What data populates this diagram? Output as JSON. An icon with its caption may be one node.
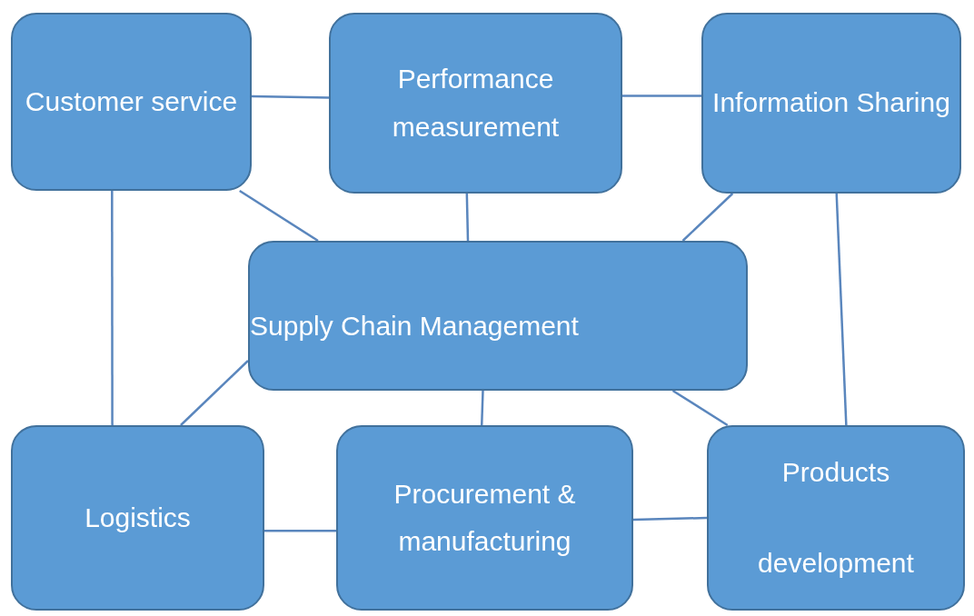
{
  "diagram": {
    "nodes": [
      {
        "text": [
          "Customer service"
        ]
      },
      {
        "text": [
          "Performance measurement"
        ]
      },
      {
        "text": [
          "Information Sharing"
        ]
      },
      {
        "text": [
          "Supply Chain Management"
        ]
      },
      {
        "text": [
          "Logistics"
        ]
      },
      {
        "text": [
          "Procurement & manufacturing"
        ]
      },
      {
        "text": [
          "Products development"
        ]
      }
    ],
    "edges": [
      {
        "from": 0,
        "to": 1,
        "arrow": "none"
      },
      {
        "from": 1,
        "to": 2,
        "arrow": "none"
      },
      {
        "from": 0,
        "to": 3,
        "arrow": "none"
      },
      {
        "from": 1,
        "to": 3,
        "arrow": "none"
      },
      {
        "from": 2,
        "to": 3,
        "arrow": "none"
      },
      {
        "from": 0,
        "to": 4,
        "arrow": "none"
      },
      {
        "from": 2,
        "to": 6,
        "arrow": "none"
      },
      {
        "from": 3,
        "to": 4,
        "arrow": "none"
      },
      {
        "from": 3,
        "to": 5,
        "arrow": "none"
      },
      {
        "from": 3,
        "to": 6,
        "arrow": "none"
      },
      {
        "from": 4,
        "to": 5,
        "arrow": "none"
      },
      {
        "from": 5,
        "to": 6,
        "arrow": "none"
      }
    ]
  }
}
